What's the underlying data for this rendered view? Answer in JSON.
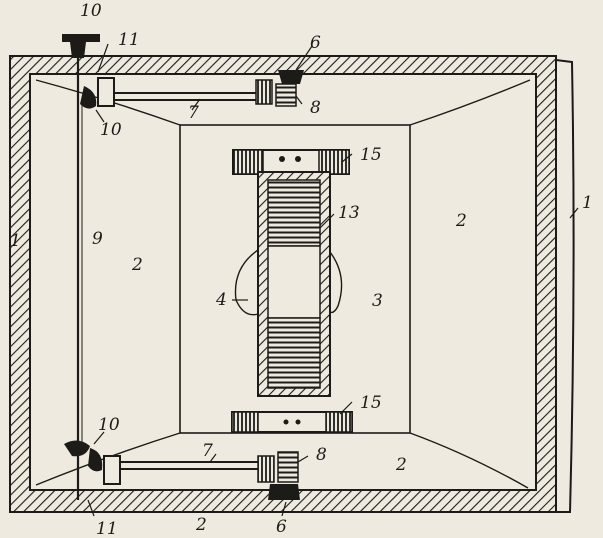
{
  "figure": {
    "colors": {
      "paper": "#efeadf",
      "ink": "#1d1b18"
    },
    "labels": {
      "l10_top": "10",
      "l11_top": "11",
      "l6_top": "6",
      "l7_top": "7",
      "l8_top": "8",
      "l10_left_top": "10",
      "l15_top": "15",
      "l1_left": "1",
      "l1_right": "1",
      "l9": "9",
      "l2_left": "2",
      "l13": "13",
      "l2_right": "2",
      "l4": "4",
      "l3": "3",
      "l10_left_bottom": "10",
      "l15_bottom": "15",
      "l7_bottom": "7",
      "l8_bottom": "8",
      "l2_bottom_right": "2",
      "l11_bottom": "11",
      "l2_bottom": "2",
      "l6_bottom": "6"
    }
  }
}
